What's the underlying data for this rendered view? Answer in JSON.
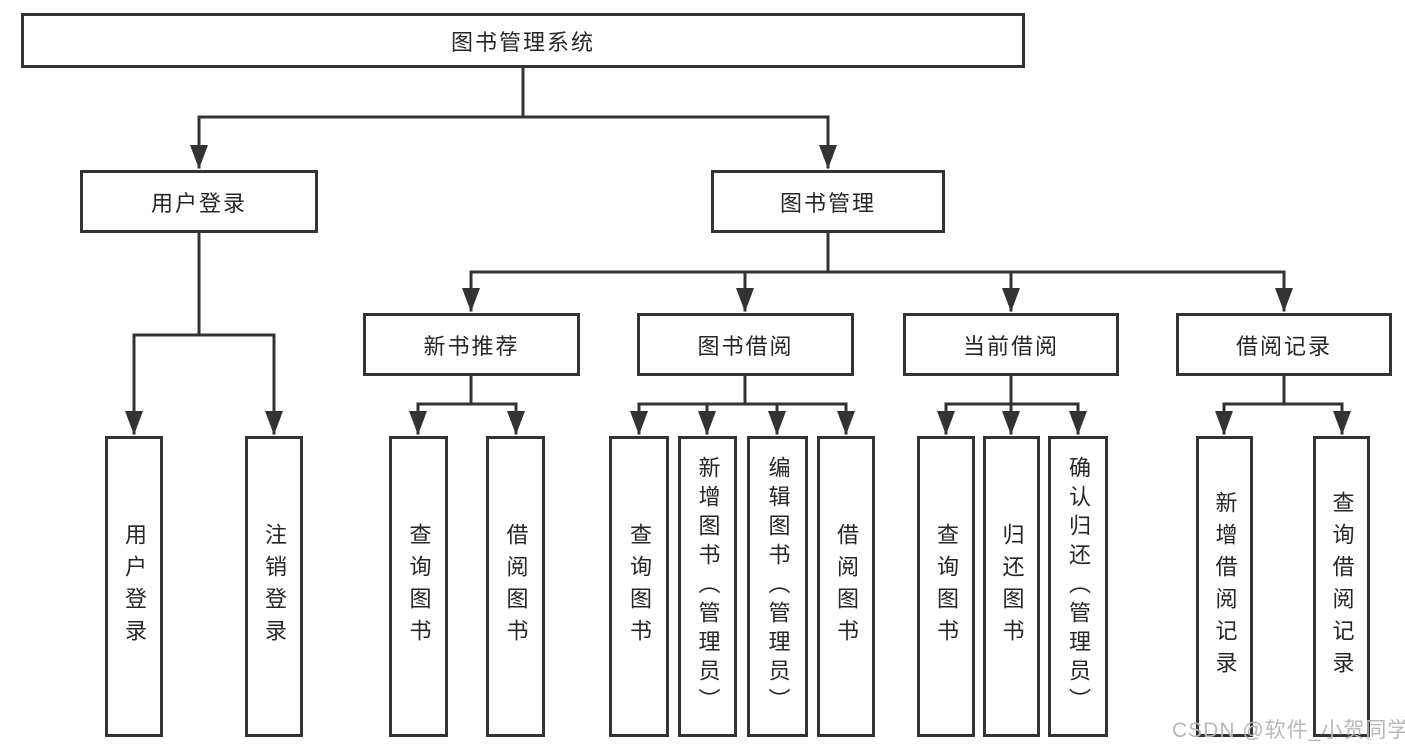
{
  "diagram": {
    "title": "图书管理系统",
    "nodes": {
      "user_login": "用户登录",
      "book_manage": "图书管理",
      "new_book_recommend": "新书推荐",
      "book_borrow": "图书借阅",
      "current_borrow": "当前借阅",
      "borrow_records": "借阅记录",
      "login_children": [
        "用户登录",
        "注销登录"
      ],
      "recommend_children": [
        "查询图书",
        "借阅图书"
      ],
      "borrow_children": [
        "查询图书",
        "新增图书（管理员）",
        "编辑图书（管理员）",
        "借阅图书"
      ],
      "current_children": [
        "查询图书",
        "归还图书",
        "确认归还（管理员）"
      ],
      "records_children": [
        "新增借阅记录",
        "查询借阅记录"
      ]
    },
    "watermark": "CSDN @软件_小贺同学",
    "colors": {
      "line": "#333333",
      "text": "#262626",
      "background": "#ffffff",
      "watermark": "#b8b8b8"
    }
  }
}
